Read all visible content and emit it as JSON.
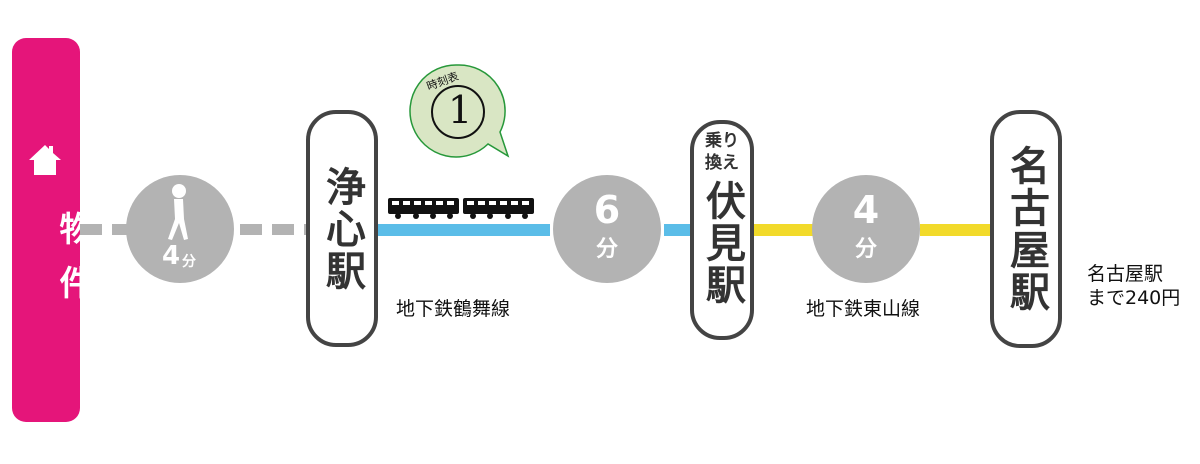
{
  "origin": {
    "label": "物件",
    "icon": "house-icon"
  },
  "walk": {
    "minutes": "4",
    "unit": "分",
    "icon": "walking-person-icon"
  },
  "stations": [
    {
      "name": "浄心駅"
    },
    {
      "transfer": "乗り換え",
      "name": "伏見駅"
    },
    {
      "name": "名古屋駅"
    }
  ],
  "segments": [
    {
      "line": "地下鉄鶴舞線",
      "minutes": "6",
      "unit": "分",
      "color": "#5bbde8"
    },
    {
      "line": "地下鉄東山線",
      "minutes": "4",
      "unit": "分",
      "color": "#f2da2a"
    }
  ],
  "timetable": {
    "label": "時刻表",
    "number": "1"
  },
  "fare": {
    "line1": "名古屋駅",
    "line2": "まで240円"
  },
  "colors": {
    "pink": "#e5157a",
    "gray": "#b3b3b3"
  }
}
